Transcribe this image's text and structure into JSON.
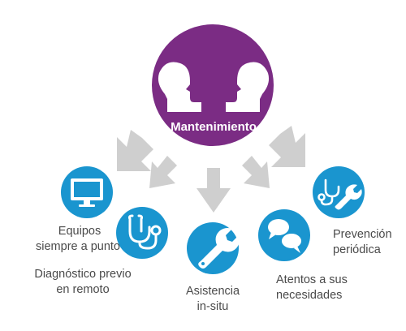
{
  "colors": {
    "hub": "#7b2c84",
    "node": "#1a95cf",
    "arrow": "#cfcfcf",
    "text": "#4a4a4a",
    "icon": "#ffffff"
  },
  "hub": {
    "label": "Mantenimiento",
    "icon": "two-heads-facing-icon"
  },
  "nodes": [
    {
      "id": "equipos",
      "icon": "monitor-icon",
      "lines": [
        "Equipos",
        "siempre a punto"
      ]
    },
    {
      "id": "diagnostico",
      "icon": "stethoscope-icon",
      "lines": [
        "Diagnóstico previo",
        "en remoto"
      ]
    },
    {
      "id": "asistencia",
      "icon": "wrench-icon",
      "lines": [
        "Asistencia",
        "in-situ"
      ]
    },
    {
      "id": "atentos",
      "icon": "speech-bubbles-icon",
      "lines": [
        "Atentos a sus",
        "necesidades"
      ]
    },
    {
      "id": "prevencion",
      "icon": "stethoscope-wrench-icon",
      "lines": [
        "Prevención",
        "periódica"
      ]
    }
  ]
}
